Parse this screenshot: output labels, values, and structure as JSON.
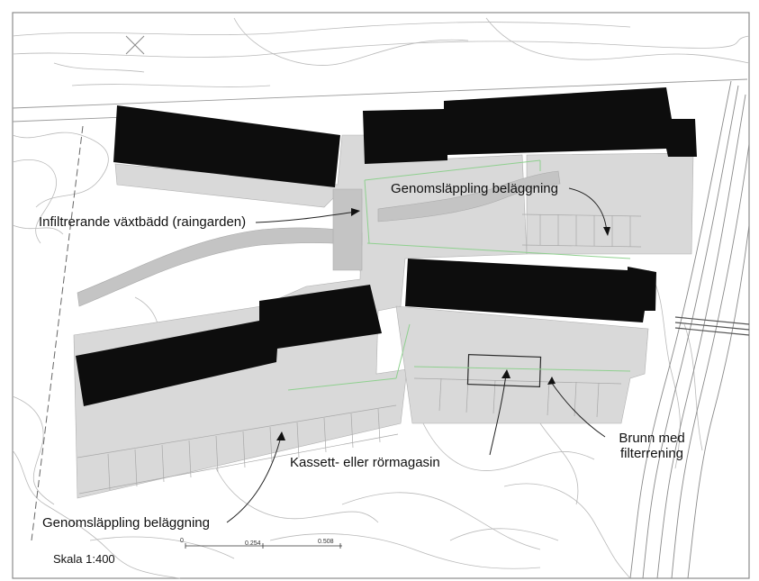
{
  "labels": {
    "permeable_top": "Genomsläppling beläggning",
    "raingarden": "Infiltrerande växtbädd (raingarden)",
    "cassette": "Kassett- eller rörmagasin",
    "well_line1": "Brunn med",
    "well_line2": "filterrening",
    "permeable_bottom": "Genomsläppling beläggning"
  },
  "scale": {
    "title": "Skala 1:400",
    "tick0": "0",
    "tick1": "0.254",
    "tick2": "0.508"
  },
  "colors": {
    "building": "#0d0d0d",
    "paved": "#d9d9d9",
    "path": "#c4c4c4",
    "contour": "#b5b5b5",
    "pipe": "#8fd08f",
    "leader": "#222222"
  }
}
